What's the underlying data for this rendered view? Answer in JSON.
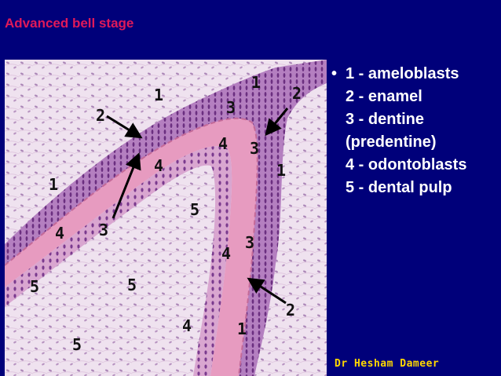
{
  "slide": {
    "title": "Advanced bell stage",
    "credit": "Dr Hesham Dameer",
    "legend": {
      "bullet": "•",
      "items": [
        "1 - ameloblasts",
        "2 - enamel",
        "3 - dentine",
        "(predentine)",
        "4 - odontoblasts",
        "5 - dental pulp"
      ]
    },
    "micrograph": {
      "labels": {
        "l1a": "1",
        "l1b": "1",
        "l1c": "1",
        "l1d": "1",
        "l1e": "1",
        "l2a": "2",
        "l2b": "2",
        "l2c": "2",
        "l3a": "3",
        "l3b": "3",
        "l3c": "3",
        "l3d": "3",
        "l4a": "4",
        "l4b": "4",
        "l4c": "4",
        "l4d": "4",
        "l4e": "4",
        "l5a": "5",
        "l5b": "5",
        "l5c": "5",
        "l5d": "5"
      }
    },
    "colors": {
      "background": "#00007a",
      "title": "#e0195a",
      "legend_text": "#ffffff",
      "credit": "#ffd700",
      "tissue_pink": "#e79bc0",
      "cell_purple": "#8e4e9b",
      "pulp": "#efe4ef"
    }
  }
}
